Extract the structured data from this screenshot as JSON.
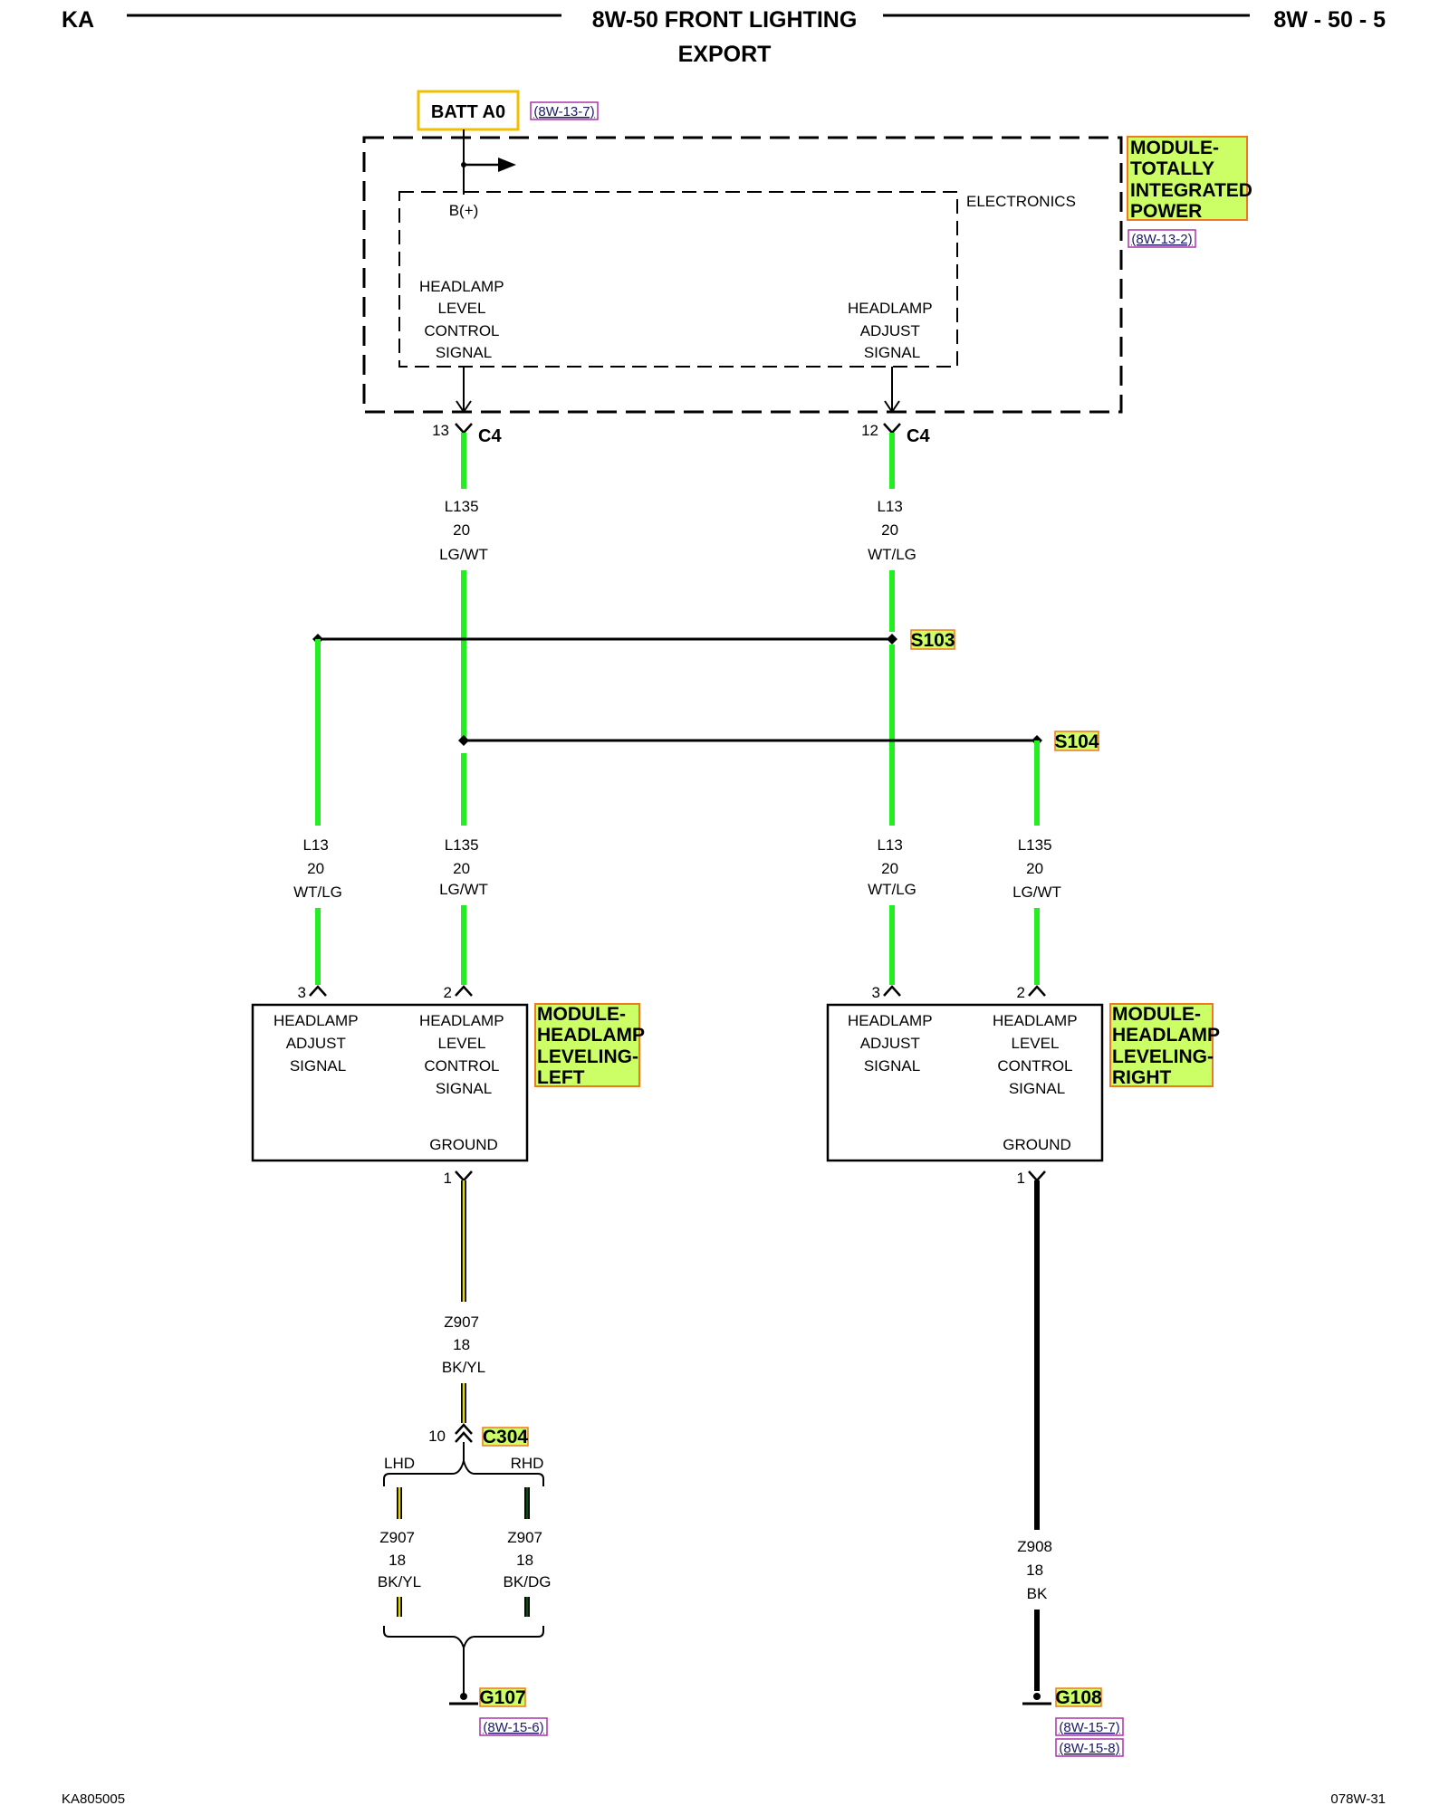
{
  "header": {
    "left": "KA",
    "title": "8W-50 FRONT LIGHTING",
    "subtitle": "EXPORT",
    "right": "8W - 50 - 5"
  },
  "footer": {
    "left": "KA805005",
    "right": "078W-31"
  },
  "power": {
    "label": "BATT A0",
    "ref": "(8W-13-7)"
  },
  "tipm": {
    "name_lines": [
      "MODULE-",
      "TOTALLY",
      "INTEGRATED",
      "POWER"
    ],
    "ref": "(8W-13-2)",
    "electronics": "ELECTRONICS",
    "bplus": "B(+)",
    "pin_left_lines": [
      "HEADLAMP",
      "LEVEL",
      "CONTROL",
      "SIGNAL"
    ],
    "pin_right_lines": [
      "HEADLAMP",
      "ADJUST",
      "SIGNAL"
    ]
  },
  "connectors": {
    "c4_left": {
      "pin": "13",
      "name": "C4"
    },
    "c4_right": {
      "pin": "12",
      "name": "C4"
    },
    "c304": {
      "pin": "10",
      "name": "C304"
    }
  },
  "splices": {
    "s103": "S103",
    "s104": "S104"
  },
  "wires": {
    "w_l135_top": [
      "L135",
      "20",
      "LG/WT"
    ],
    "w_l13_top": [
      "L13",
      "20",
      "WT/LG"
    ],
    "w_left_l13": [
      "L13",
      "20",
      "WT/LG"
    ],
    "w_left_l135": [
      "L135",
      "20",
      "LG/WT"
    ],
    "w_right_l13": [
      "L13",
      "20",
      "WT/LG"
    ],
    "w_right_l135": [
      "L135",
      "20",
      "LG/WT"
    ],
    "w_z907_mid": [
      "Z907",
      "18",
      "BK/YL"
    ],
    "w_z907_lhd": [
      "Z907",
      "18",
      "BK/YL"
    ],
    "w_z907_rhd": [
      "Z907",
      "18",
      "BK/DG"
    ],
    "w_z908": [
      "Z908",
      "18",
      "BK"
    ]
  },
  "module_left": {
    "name_lines": [
      "MODULE-",
      "HEADLAMP",
      "LEVELING-",
      "LEFT"
    ],
    "pin3": "3",
    "pin2": "2",
    "pin1": "1",
    "adjust_lines": [
      "HEADLAMP",
      "ADJUST",
      "SIGNAL"
    ],
    "level_lines": [
      "HEADLAMP",
      "LEVEL",
      "CONTROL",
      "SIGNAL"
    ],
    "ground": "GROUND"
  },
  "module_right": {
    "name_lines": [
      "MODULE-",
      "HEADLAMP",
      "LEVELING-",
      "RIGHT"
    ],
    "pin3": "3",
    "pin2": "2",
    "pin1": "1",
    "adjust_lines": [
      "HEADLAMP",
      "ADJUST",
      "SIGNAL"
    ],
    "level_lines": [
      "HEADLAMP",
      "LEVEL",
      "CONTROL",
      "SIGNAL"
    ],
    "ground": "GROUND"
  },
  "options": {
    "lhd": "LHD",
    "rhd": "RHD"
  },
  "grounds": {
    "g107": {
      "name": "G107",
      "ref": "(8W-15-6)"
    },
    "g108": {
      "name": "G108",
      "refs": [
        "(8W-15-7)",
        "(8W-15-8)"
      ]
    }
  },
  "colors": {
    "green_wire": "#22ee22",
    "yellow_wire": "#e8d800",
    "dark_green_wire": "#0b4a12",
    "highlight_fill": "#ccff66",
    "highlight_border": "#f07820",
    "batt_border": "#f0c000",
    "ref_border": "#aa33aa"
  }
}
